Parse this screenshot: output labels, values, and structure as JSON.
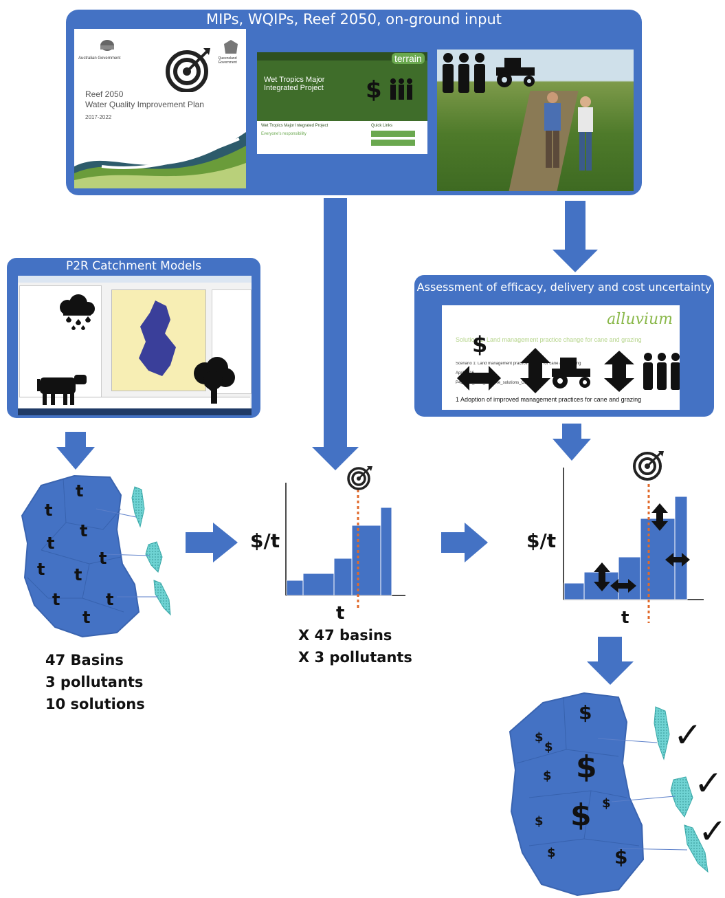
{
  "top_panel": {
    "title": "MIPs, WQIPs, Reef 2050, on-ground input"
  },
  "reef_doc": {
    "gov_left": "Australian Government",
    "gov_right": "Queensland Government",
    "title_line1": "Reef 2050",
    "title_line2": "Water Quality Improvement Plan",
    "years": "2017-2022"
  },
  "website": {
    "brand": "terrain",
    "headline1": "Wet Tropics Major",
    "headline2": "Integrated Project",
    "section_title": "Wet Tropics Major Integrated Project",
    "section_sub": "Everyone's responsibility",
    "quick_links": "Quick Links"
  },
  "models_panel": {
    "title": "P2R Catchment Models"
  },
  "assessment_panel": {
    "title": "Assessment of efficacy, delivery and cost uncertainty"
  },
  "alluvium_doc": {
    "logo": "alluvium",
    "subtitle": "Solution 1: Land management practice change for cane and grazing",
    "line_sub": "Scenario 1: Land management practice change for cane and grazing",
    "line_date": "April 2016",
    "line_proj": "P416007_Cost_effective_solutions_GBR",
    "heading": "1   Adoption of improved management practices for cane and grazing"
  },
  "left_block": {
    "line1": "47 Basins",
    "line2": "3 pollutants",
    "line3": "10 solutions"
  },
  "middle_chart": {
    "ylabel": "$/t",
    "xlabel": "t",
    "mult1": "X 47 basins",
    "mult2": "X 3 pollutants"
  },
  "right_chart": {
    "ylabel": "$/t",
    "xlabel": "t"
  },
  "map_labels": {
    "t": "t",
    "dollar": "$",
    "check": "✓"
  },
  "colors": {
    "panel_blue": "#4472c4",
    "map_blue": "#4472c4",
    "reef_teal": "#6fd3d3",
    "target_red": "#e06a2b"
  }
}
